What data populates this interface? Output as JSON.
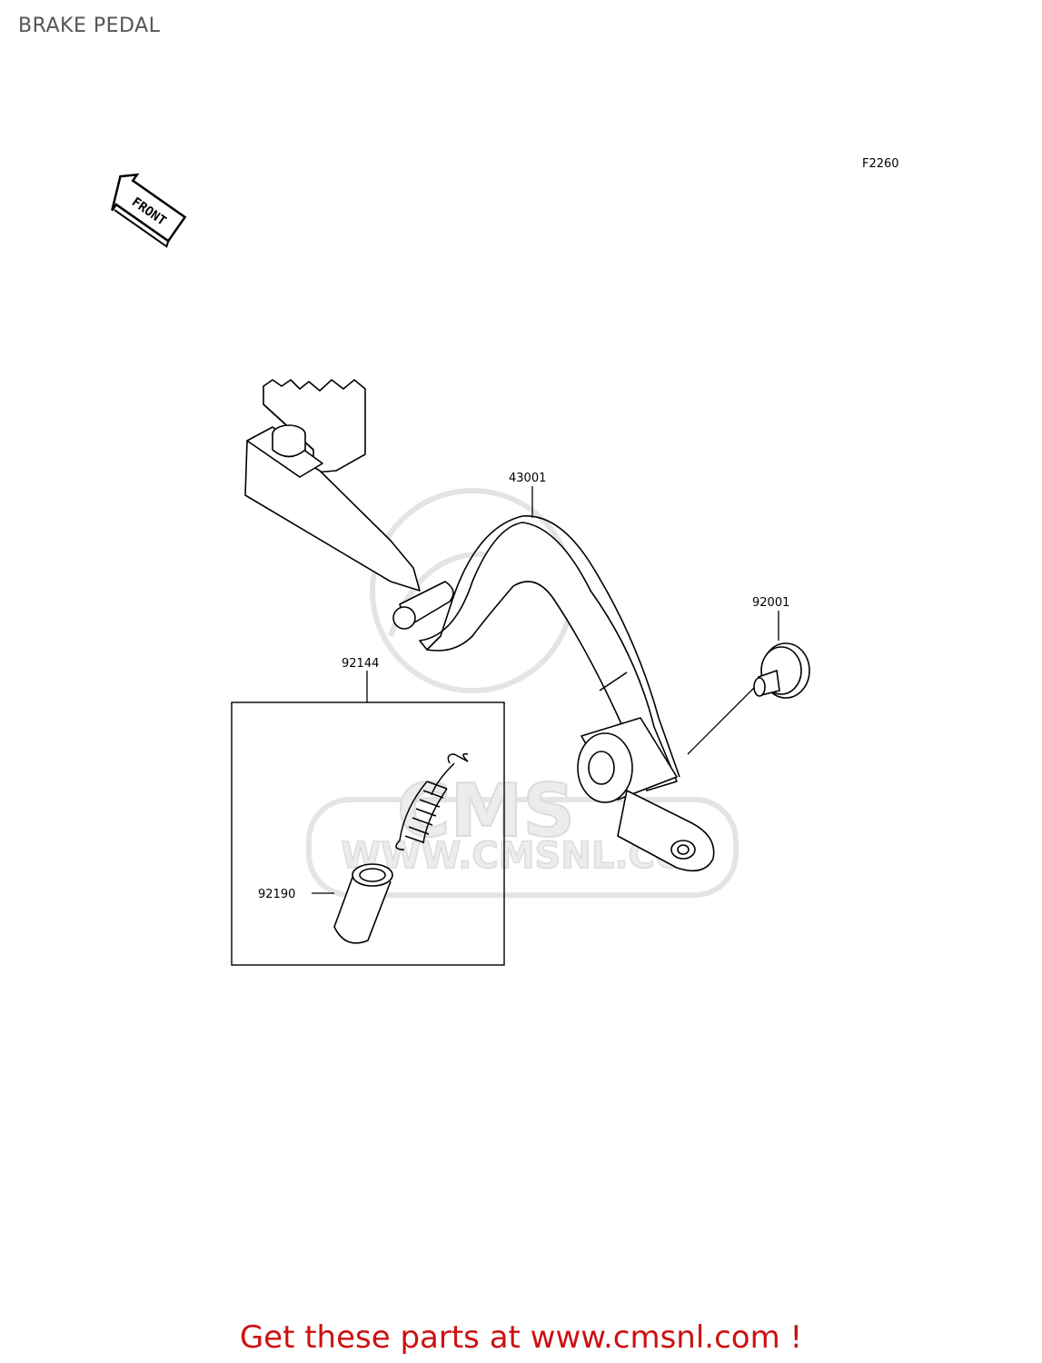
{
  "page": {
    "title": "BRAKE PEDAL"
  },
  "diagram": {
    "figure_code": "F2260",
    "front_label": "FRONT",
    "part_numbers": {
      "pedal": "43001",
      "bolt": "92001",
      "spring_kit": "92144",
      "collar": "92190"
    },
    "watermark": {
      "brand": "CMS",
      "url": "WWW.CMSNL.CO"
    }
  },
  "footer": {
    "text": "Get these parts at www.cmsnl.com !"
  },
  "colors": {
    "footer": "#cc1111",
    "title": "#555555",
    "watermark": "#e6e6e6"
  }
}
